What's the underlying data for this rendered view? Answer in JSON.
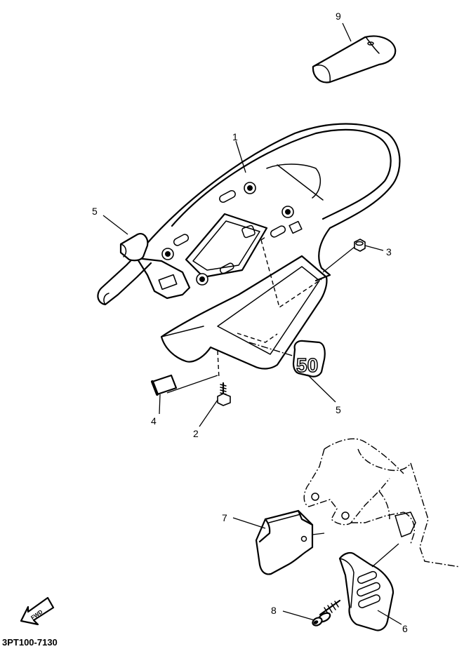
{
  "diagram": {
    "code": "3PT100-7130",
    "fwd_label": "FWD",
    "callouts": {
      "c1": "1",
      "c2": "2",
      "c3": "3",
      "c4": "4",
      "c5a": "5",
      "c5b": "5",
      "c6": "6",
      "c7": "7",
      "c8": "8",
      "c9": "9"
    },
    "emblem_text": "50"
  }
}
